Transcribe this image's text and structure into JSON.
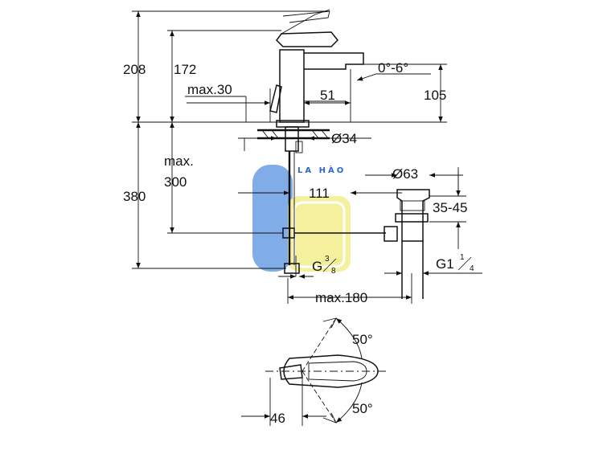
{
  "watermark": {
    "text": "LA HÀO"
  },
  "dims": {
    "d208": "208",
    "d172": "172",
    "max30": "max.30",
    "d51": "51",
    "angle_spout": "0°-6°",
    "d105": "105",
    "d34": "Ø34",
    "max300_line1": "max.",
    "max300_line2": "300",
    "d380": "380",
    "d111": "111",
    "d63": "Ø63",
    "d3545": "35-45",
    "g38_base": "G",
    "g38_num": "3",
    "g38_den": "8",
    "g114_base": "G1",
    "g114_num": "1",
    "g114_den": "4",
    "max180": "max.180",
    "angle_top": "50°",
    "angle_bottom": "50°",
    "d46": "46"
  },
  "colors": {
    "line": "#111111",
    "watermark_blue": "#6a9ee3",
    "watermark_yellow": "#f4ee8e"
  }
}
